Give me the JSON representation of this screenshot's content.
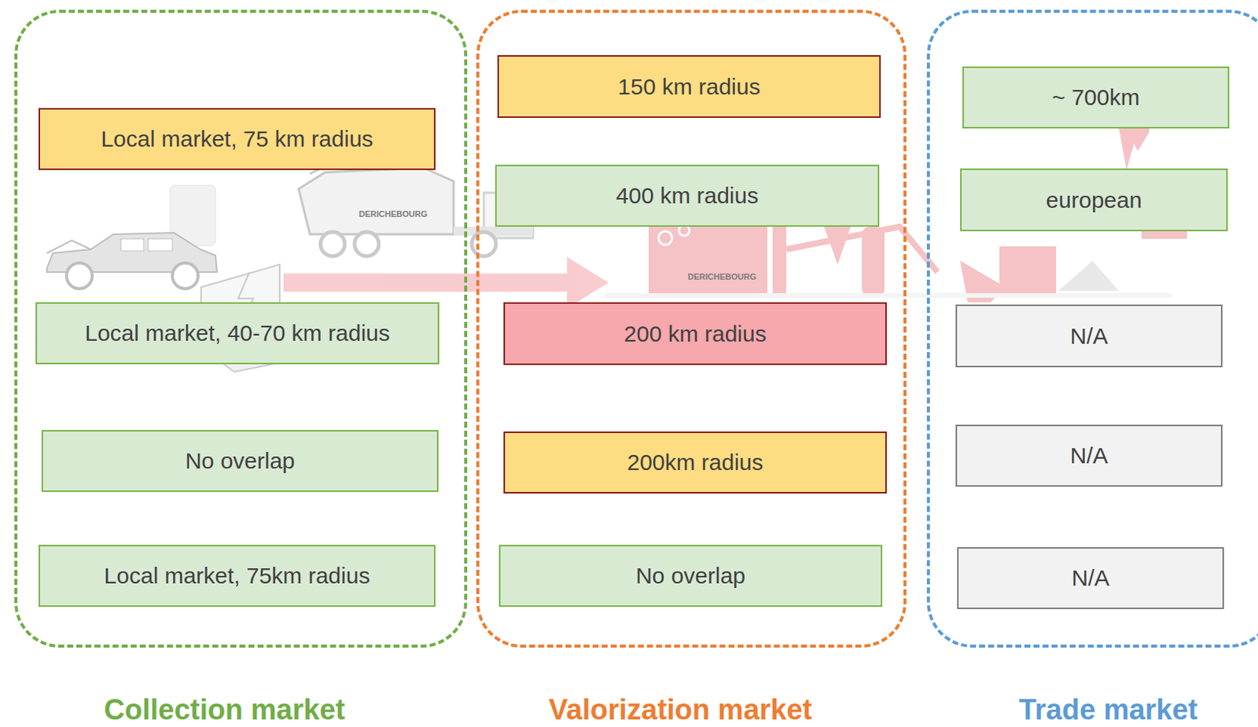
{
  "diagram": {
    "nodes": [
      {
        "text": [
          "Collection market"
        ]
      },
      {
        "text": [
          "Local market, 75 km radius"
        ],
        "in": 0
      },
      {
        "text": [
          "Local market, 40-70 km radius"
        ],
        "in": 0
      },
      {
        "text": [
          "No overlap"
        ],
        "in": 0
      },
      {
        "text": [
          "Local market, 75km radius"
        ],
        "in": 0
      },
      {
        "text": [
          "Valorization market"
        ]
      },
      {
        "text": [
          "150 km radius"
        ],
        "in": 5
      },
      {
        "text": [
          "400 km radius"
        ],
        "in": 5
      },
      {
        "text": [
          "200 km radius"
        ],
        "in": 5
      },
      {
        "text": [
          "200km radius"
        ],
        "in": 5
      },
      {
        "text": [
          "No overlap"
        ],
        "in": 5
      },
      {
        "text": [
          "Trade market"
        ]
      },
      {
        "text": [
          "~ 700km"
        ],
        "in": 11
      },
      {
        "text": [
          "european"
        ],
        "in": 11
      },
      {
        "text": [
          "N/A"
        ],
        "in": 11
      },
      {
        "text": [
          "N/A"
        ],
        "in": 11
      },
      {
        "text": [
          "N/A"
        ],
        "in": 11
      }
    ],
    "labels": [
      "DERICHEBOURG",
      "DERICHEBOURG"
    ]
  }
}
